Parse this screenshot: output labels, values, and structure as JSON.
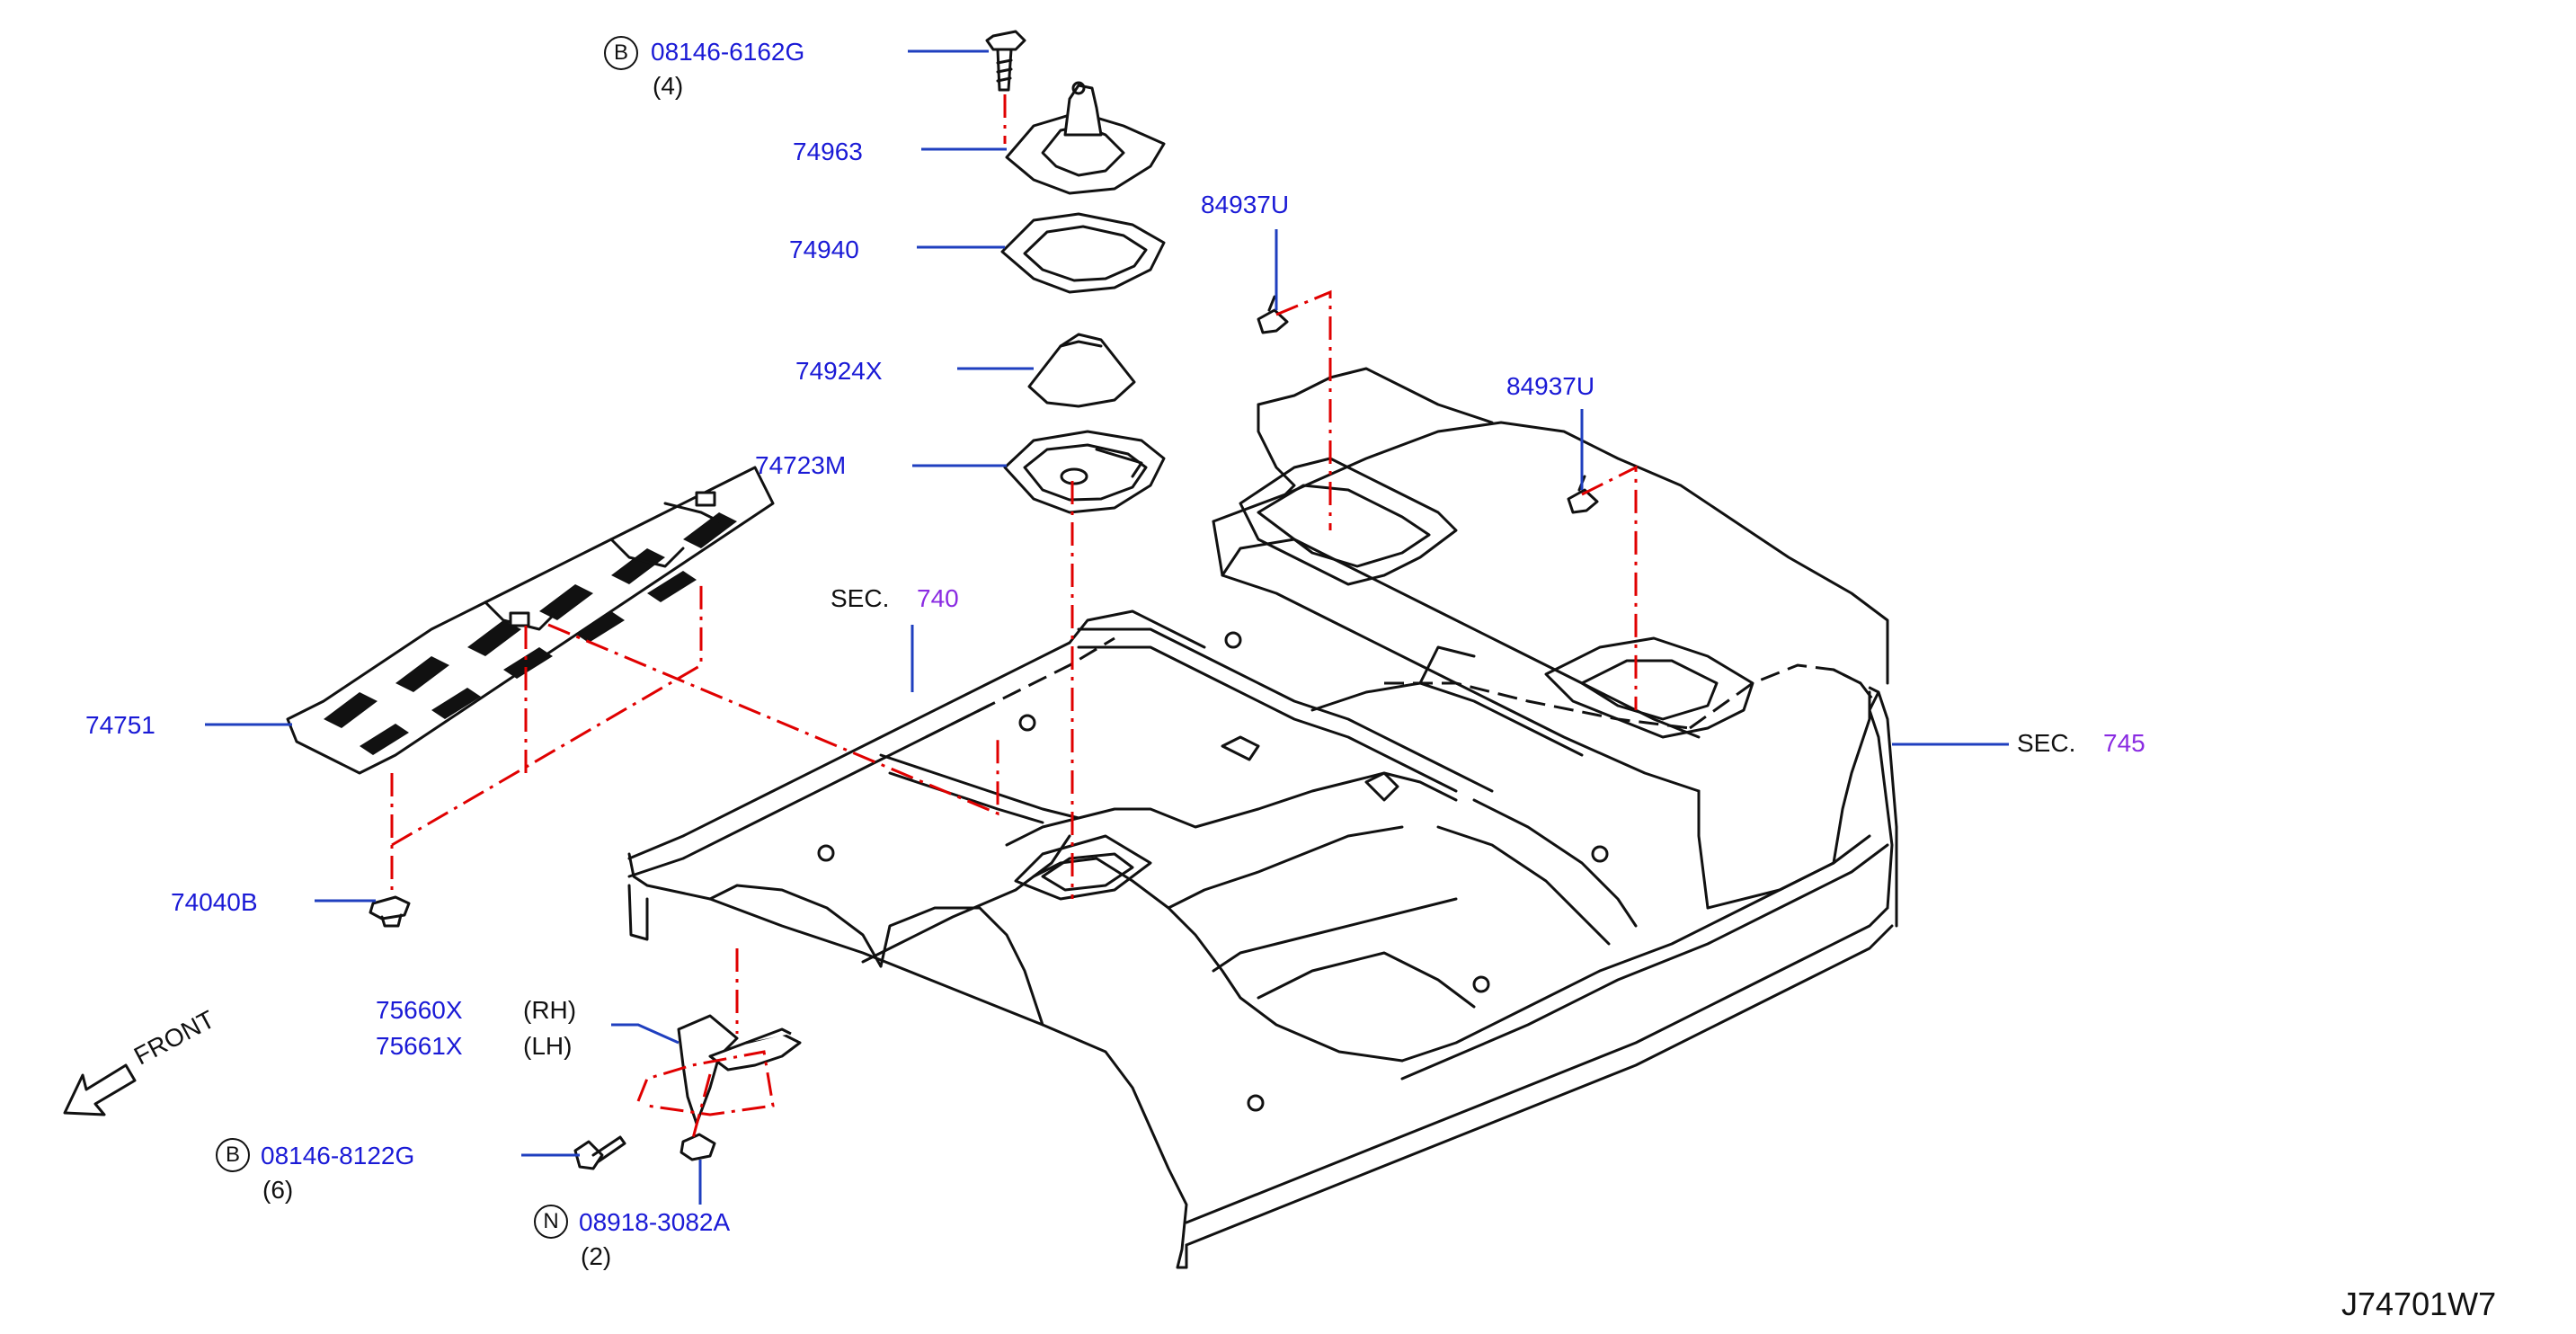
{
  "labels": {
    "bolt_top_mark": "B",
    "bolt_top_part": "08146-6162G",
    "bolt_top_qty": "(4)",
    "p74963": "74963",
    "p74940": "74940",
    "p84937u_a": "84937U",
    "p74924x": "74924X",
    "p84937u_b": "84937U",
    "p74723m": "74723M",
    "sec740_prefix": "SEC.",
    "sec740_num": "740",
    "p74751": "74751",
    "sec745_prefix": "SEC.",
    "sec745_num": "745",
    "p74040b": "74040B",
    "p75660x": "75660X",
    "rh": "(RH)",
    "p75661x": "75661X",
    "lh": "(LH)",
    "front": "FRONT",
    "bolt_bottom_mark": "B",
    "bolt_bottom_part": "08146-8122G",
    "bolt_bottom_qty": "(6)",
    "nut_mark": "N",
    "nut_part": "08918-3082A",
    "nut_qty": "(2)",
    "catalog_code": "J74701W7"
  },
  "colors": {
    "part_number": "#1a1ad6",
    "section_ref": "#8a2be2",
    "leader_line": "#1f3fbf",
    "assembly_line": "#e00000",
    "drawing": "#111111"
  }
}
